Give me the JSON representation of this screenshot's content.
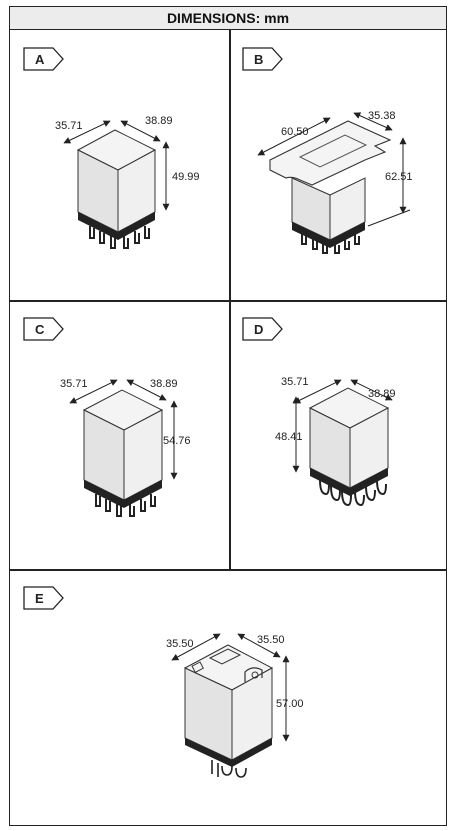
{
  "header": {
    "title": "DIMENSIONS: mm"
  },
  "panels": [
    {
      "label": "A",
      "dims": [
        "35.71",
        "38.89",
        "49.99"
      ]
    },
    {
      "label": "B",
      "dims": [
        "60.50",
        "35.38",
        "62.51"
      ]
    },
    {
      "label": "C",
      "dims": [
        "35.71",
        "38.89",
        "54.76"
      ]
    },
    {
      "label": "D",
      "dims": [
        "35.71",
        "38.89",
        "48.41"
      ]
    },
    {
      "label": "E",
      "dims": [
        "35.50",
        "35.50",
        "57.00"
      ]
    }
  ]
}
